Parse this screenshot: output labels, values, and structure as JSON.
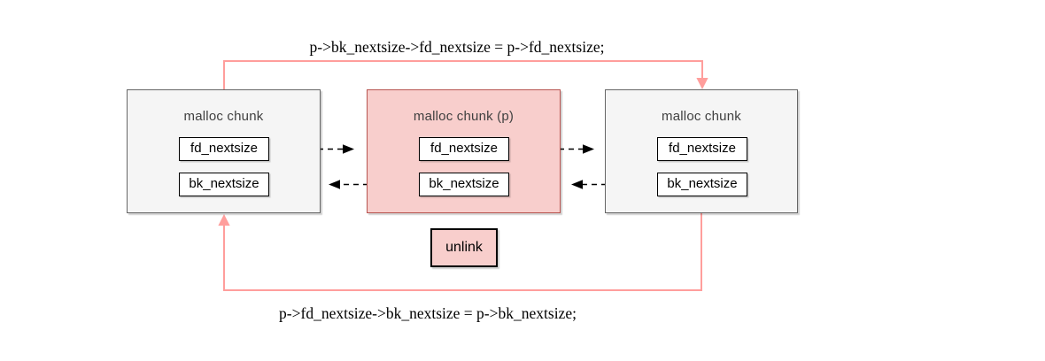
{
  "diagram": {
    "top_statement": "p->bk_nextsize->fd_nextsize = p->fd_nextsize;",
    "bottom_statement": "p->fd_nextsize->bk_nextsize = p->bk_nextsize;",
    "unlink_label": "unlink",
    "chunks": [
      {
        "title": "malloc chunk",
        "highlighted": false,
        "fields": [
          "fd_nextsize",
          "bk_nextsize"
        ]
      },
      {
        "title": "malloc chunk (p)",
        "highlighted": true,
        "fields": [
          "fd_nextsize",
          "bk_nextsize"
        ]
      },
      {
        "title": "malloc chunk",
        "highlighted": false,
        "fields": [
          "fd_nextsize",
          "bk_nextsize"
        ]
      }
    ],
    "arrows": [
      {
        "name": "fd-left-to-p",
        "style": "dashed-black",
        "direction": "right"
      },
      {
        "name": "fd-p-to-right",
        "style": "dashed-black",
        "direction": "right"
      },
      {
        "name": "bk-p-to-left",
        "style": "dashed-black",
        "direction": "left"
      },
      {
        "name": "bk-right-to-p",
        "style": "dashed-black",
        "direction": "left"
      },
      {
        "name": "assign-fd-top",
        "style": "pink",
        "from": "left chunk fd_nextsize",
        "to": "right chunk top"
      },
      {
        "name": "assign-bk-bottom",
        "style": "pink",
        "from": "right chunk bk_nextsize",
        "to": "left chunk bottom"
      }
    ],
    "colors": {
      "chunk_fill": "#f5f5f5",
      "chunk_border": "#666666",
      "highlight_fill": "#f8cecc",
      "highlight_border": "#b85450",
      "field_fill": "#ffffff",
      "field_border": "#000000",
      "pink_arrow": "#ff9e9c",
      "dashed_arrow": "#000000",
      "title_text": "#404040",
      "label_text": "#000000"
    }
  }
}
